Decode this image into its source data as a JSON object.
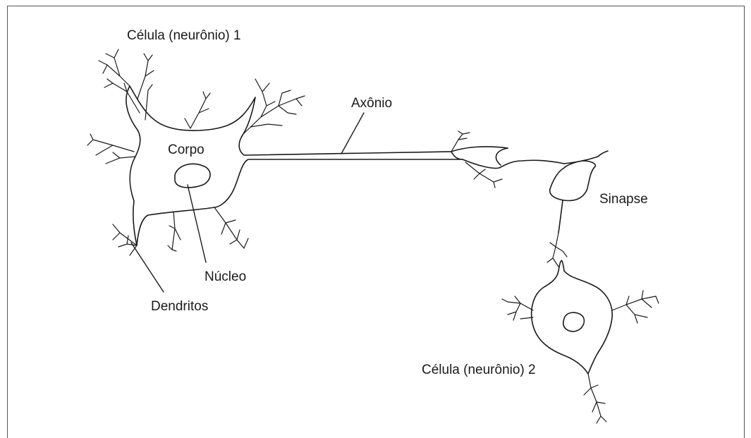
{
  "labels": {
    "cell1": "Célula (neurônio) 1",
    "axon": "Axônio",
    "body": "Corpo",
    "synapse": "Sinapse",
    "nucleus": "Núcleo",
    "dendrites": "Dendritos",
    "cell2": "Célula (neurônio) 2"
  }
}
